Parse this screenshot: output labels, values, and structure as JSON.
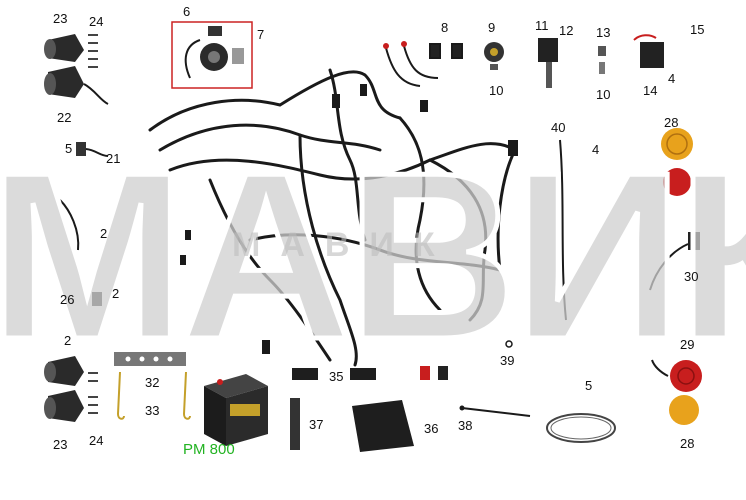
{
  "diagram": {
    "model_caption": "PM 800",
    "watermark_text": "МАВИК",
    "watermark_small_text": "МАВИК",
    "callouts": [
      {
        "id": "c1",
        "text": "23"
      },
      {
        "id": "c2",
        "text": "24"
      },
      {
        "id": "c3",
        "text": "22"
      },
      {
        "id": "c4",
        "text": "6"
      },
      {
        "id": "c5",
        "text": "7"
      },
      {
        "id": "c6",
        "text": "8"
      },
      {
        "id": "c7",
        "text": "9"
      },
      {
        "id": "c8",
        "text": "10"
      },
      {
        "id": "c9",
        "text": "11"
      },
      {
        "id": "c10",
        "text": "12"
      },
      {
        "id": "c11",
        "text": "13"
      },
      {
        "id": "c12",
        "text": "10"
      },
      {
        "id": "c13",
        "text": "15"
      },
      {
        "id": "c14",
        "text": "4"
      },
      {
        "id": "c15",
        "text": "14"
      },
      {
        "id": "c16",
        "text": "28"
      },
      {
        "id": "c17",
        "text": "40"
      },
      {
        "id": "c18",
        "text": "4"
      },
      {
        "id": "c19",
        "text": "30"
      },
      {
        "id": "c20",
        "text": "29"
      },
      {
        "id": "c21",
        "text": "28"
      },
      {
        "id": "c22",
        "text": "5"
      },
      {
        "id": "c23",
        "text": "39"
      },
      {
        "id": "c24",
        "text": "35"
      },
      {
        "id": "c25",
        "text": "32"
      },
      {
        "id": "c26",
        "text": "33"
      },
      {
        "id": "c27",
        "text": "37"
      },
      {
        "id": "c28",
        "text": "36"
      },
      {
        "id": "c29",
        "text": "38"
      },
      {
        "id": "c30",
        "text": "23"
      },
      {
        "id": "c31",
        "text": "24"
      },
      {
        "id": "c32",
        "text": "26"
      },
      {
        "id": "c33",
        "text": "2"
      },
      {
        "id": "c34",
        "text": "21"
      },
      {
        "id": "c35",
        "text": "5"
      },
      {
        "id": "c36",
        "text": "2"
      },
      {
        "id": "c37",
        "text": "2"
      }
    ]
  },
  "colors": {
    "line": "#1a1a1a",
    "watermark_fill": "#cfcfcf",
    "watermark_stroke": "#ffffff",
    "highlight_box": "#cc2222",
    "lamp_amber": "#e8a21c",
    "lamp_red": "#c81e1e",
    "caption_green": "#22b322"
  }
}
